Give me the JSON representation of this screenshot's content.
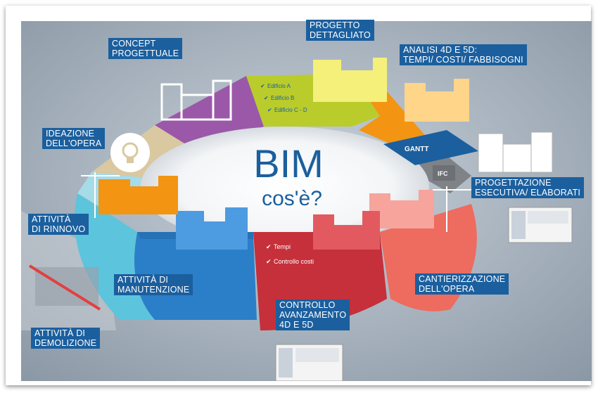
{
  "center": {
    "title": "BIM",
    "subtitle": "cos'è?"
  },
  "stages": [
    {
      "id": "concept",
      "label": [
        "CONCEPT",
        "PROGETTUALE"
      ],
      "color": "#9b58a8"
    },
    {
      "id": "progetto",
      "label": [
        "PROGETTO",
        "DETTAGLIATO"
      ],
      "color": "#b9cc2c",
      "checklist": [
        "Edificio A",
        "Edificio B",
        "Edificio C - D"
      ]
    },
    {
      "id": "analisi",
      "label": [
        "ANALISI 4D E 5D:",
        "TEMPI/ COSTI/ FABBISOGNI"
      ],
      "color": "#f39412",
      "tag": "GANTT"
    },
    {
      "id": "esecutiva",
      "label": [
        "PROGETTAZIONE",
        "ESECUTIVA/ ELABORATI"
      ],
      "color": "#8a8a8a",
      "tag": "IFC"
    },
    {
      "id": "cantiere",
      "label": [
        "CANTIERIZZAZIONE",
        "DELL'OPERA"
      ],
      "color": "#ee6b5f"
    },
    {
      "id": "controllo",
      "label": [
        "CONTROLLO",
        "AVANZAMENTO",
        "4D E 5D"
      ],
      "color": "#c5303b",
      "checklist": [
        "Tempi",
        "Controllo costi"
      ]
    },
    {
      "id": "manutenzione",
      "label": [
        "ATTIVITÀ DI",
        "MANUTENZIONE"
      ],
      "color": "#2b7fc9"
    },
    {
      "id": "rinnovo",
      "label": [
        "ATTIVITÀ",
        "DI RINNOVO"
      ],
      "color": "#5cc4dc"
    },
    {
      "id": "demolizione",
      "label": [
        "ATTIVITÀ DI",
        "DEMOLIZIONE"
      ],
      "color": "#e24040"
    },
    {
      "id": "ideazione",
      "label": [
        "IDEAZIONE",
        "DELL'OPERA"
      ],
      "color": "#d9c8a0"
    }
  ]
}
